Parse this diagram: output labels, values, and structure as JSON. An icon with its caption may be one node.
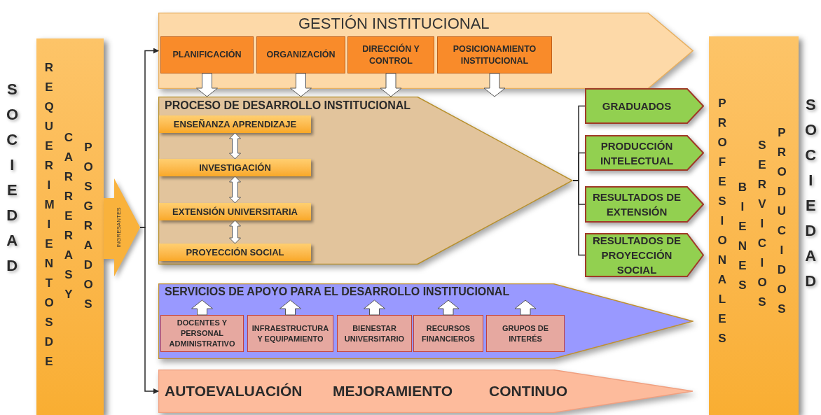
{
  "diagram": {
    "nodes": [
      {
        "text": [
          "REQUERIMIENTOS DE",
          "CARRERAS Y",
          "POSGRADOS"
        ]
      },
      {
        "text": [
          "INGRESANTES"
        ]
      },
      {
        "text": [
          "GESTIÓN INSTITUCIONAL"
        ]
      },
      {
        "text": [
          "PLANIFICACIÓN"
        ],
        "in": 2
      },
      {
        "text": [
          "ORGANIZACIÓN"
        ],
        "in": 2
      },
      {
        "text": [
          "DIRECCIÓN Y CONTROL"
        ],
        "in": 2
      },
      {
        "text": [
          "POSICIONAMIENTO INSTITUCIONAL"
        ],
        "in": 2
      },
      {
        "text": [
          "PROCESO DE DESARROLLO INSTITUCIONAL"
        ]
      },
      {
        "text": [
          "ENSEÑANZA APRENDIZAJE"
        ],
        "in": 7
      },
      {
        "text": [
          "INVESTIGACIÓN"
        ],
        "in": 7
      },
      {
        "text": [
          "EXTENSIÓN UNIVERSITARIA"
        ],
        "in": 7
      },
      {
        "text": [
          "PROYECCIÓN SOCIAL"
        ],
        "in": 7
      },
      {
        "text": [
          "SERVICIOS DE APOYO PARA EL DESARROLLO INSTITUCIONAL"
        ]
      },
      {
        "text": [
          "DOCENTES Y PERSONAL ADMINISTRATIVO"
        ],
        "in": 12
      },
      {
        "text": [
          "INFRAESTRUCTURA Y EQUIPAMIENTO"
        ],
        "in": 12
      },
      {
        "text": [
          "BIENESTAR UNIVERSITARIO"
        ],
        "in": 12
      },
      {
        "text": [
          "RECURSOS FINANCIEROS"
        ],
        "in": 12
      },
      {
        "text": [
          "GRUPOS DE INTERÉS"
        ],
        "in": 12
      },
      {
        "text": [
          "AUTOEVALUACIÓN",
          "MEJORAMIENTO",
          "CONTINUO"
        ]
      },
      {
        "text": [
          "GRADUADOS"
        ]
      },
      {
        "text": [
          "PRODUCCIÓN INTELECTUAL"
        ]
      },
      {
        "text": [
          "RESULTADOS DE EXTENSIÓN"
        ]
      },
      {
        "text": [
          "RESULTADOS DE PROYECCIÓN SOCIAL"
        ]
      },
      {
        "text": [
          "PROFESIONALES",
          "BIENES",
          "SERVICIOS",
          "PRODUCIDOS"
        ]
      }
    ],
    "edges": [
      {
        "from": 1,
        "to": 2,
        "arrow": "to"
      },
      {
        "from": 1,
        "to": 18,
        "arrow": "to"
      },
      {
        "from": 3,
        "to": 7,
        "arrow": "to",
        "style": "thick"
      },
      {
        "from": 4,
        "to": 7,
        "arrow": "to",
        "style": "thick"
      },
      {
        "from": 5,
        "to": 7,
        "arrow": "to",
        "style": "thick"
      },
      {
        "from": 6,
        "to": 7,
        "arrow": "to",
        "style": "thick"
      },
      {
        "from": 8,
        "to": 9,
        "arrow": "both",
        "style": "thick"
      },
      {
        "from": 9,
        "to": 10,
        "arrow": "both",
        "style": "thick"
      },
      {
        "from": 10,
        "to": 11,
        "arrow": "both",
        "style": "thick"
      },
      {
        "from": 7,
        "to": 19,
        "arrow": "none"
      },
      {
        "from": 7,
        "to": 20,
        "arrow": "none"
      },
      {
        "from": 7,
        "to": 21,
        "arrow": "none"
      },
      {
        "from": 7,
        "to": 22,
        "arrow": "none"
      },
      {
        "from": 13,
        "to": null,
        "arrow": "to",
        "style": "thick"
      },
      {
        "from": 14,
        "to": null,
        "arrow": "to",
        "style": "thick"
      },
      {
        "from": 15,
        "to": null,
        "arrow": "to",
        "style": "thick"
      },
      {
        "from": 16,
        "to": null,
        "arrow": "to",
        "style": "thick"
      },
      {
        "from": 17,
        "to": null,
        "arrow": "to",
        "style": "thick"
      }
    ],
    "labels": [
      "SOCIEDAD",
      "SOCIEDAD"
    ]
  }
}
